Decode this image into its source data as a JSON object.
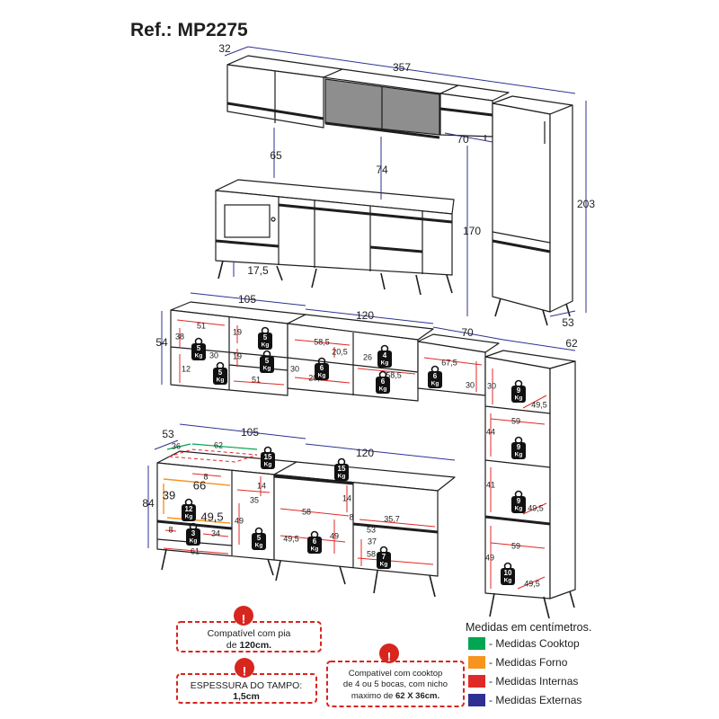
{
  "title": "Ref.: MP2275",
  "weight_unit": "Kg",
  "colors": {
    "external": "#2e3192",
    "internal": "#e02a27",
    "cooktop": "#00a651",
    "oven": "#f7941d",
    "warning": "#d7261e"
  },
  "assembled_view": {
    "dimensions": [
      "32",
      "357",
      "65",
      "74",
      "70",
      "170",
      "203",
      "17,5",
      "53"
    ]
  },
  "upper_modules": {
    "external": [
      "105",
      "120",
      "70",
      "62",
      "54"
    ],
    "internal": [
      "51",
      "38",
      "19",
      "19",
      "30",
      "12",
      "51",
      "58,5",
      "20,5",
      "26",
      "30",
      "20,5",
      "58,5",
      "67,5",
      "30",
      "30"
    ],
    "weights": [
      "5",
      "5",
      "5",
      "5",
      "4",
      "6",
      "6",
      "6"
    ]
  },
  "tower_module": {
    "internal": [
      "49,5",
      "59",
      "44",
      "41",
      "49,5",
      "59",
      "49",
      "49,5"
    ],
    "weights": [
      "9",
      "9",
      "9",
      "10"
    ]
  },
  "lower_modules": {
    "external": [
      "53",
      "105",
      "120",
      "84"
    ],
    "cooktop": [
      "36",
      "62"
    ],
    "oven": [
      "66",
      "39",
      "49,5"
    ],
    "internal": [
      "8",
      "14",
      "35",
      "49",
      "8",
      "34",
      "61",
      "14",
      "58",
      "8",
      "35,7",
      "53",
      "49,5",
      "49",
      "37",
      "58"
    ],
    "weights": [
      "15",
      "15",
      "12",
      "3",
      "5",
      "6",
      "7"
    ]
  },
  "notes": {
    "sink": {
      "line1": "Compatível com pia",
      "line2_prefix": "de ",
      "line2_bold": "120cm."
    },
    "top_thickness": {
      "line1": "ESPESSURA DO TAMPO:",
      "line2_bold": "1,5cm"
    },
    "cooktop": {
      "line1": "Compatível com cooktop",
      "line2": "de 4 ou 5 bocas, com nicho",
      "line3_prefix": "maximo de ",
      "line3_bold": "62 X 36cm."
    }
  },
  "legend": {
    "title": "Medidas em centímetros.",
    "items": [
      {
        "label": "- Medidas Cooktop",
        "color": "#00a651"
      },
      {
        "label": "- Medidas Forno",
        "color": "#f7941d"
      },
      {
        "label": "- Medidas Internas",
        "color": "#e02a27"
      },
      {
        "label": "- Medidas Externas",
        "color": "#2e3192"
      }
    ]
  }
}
